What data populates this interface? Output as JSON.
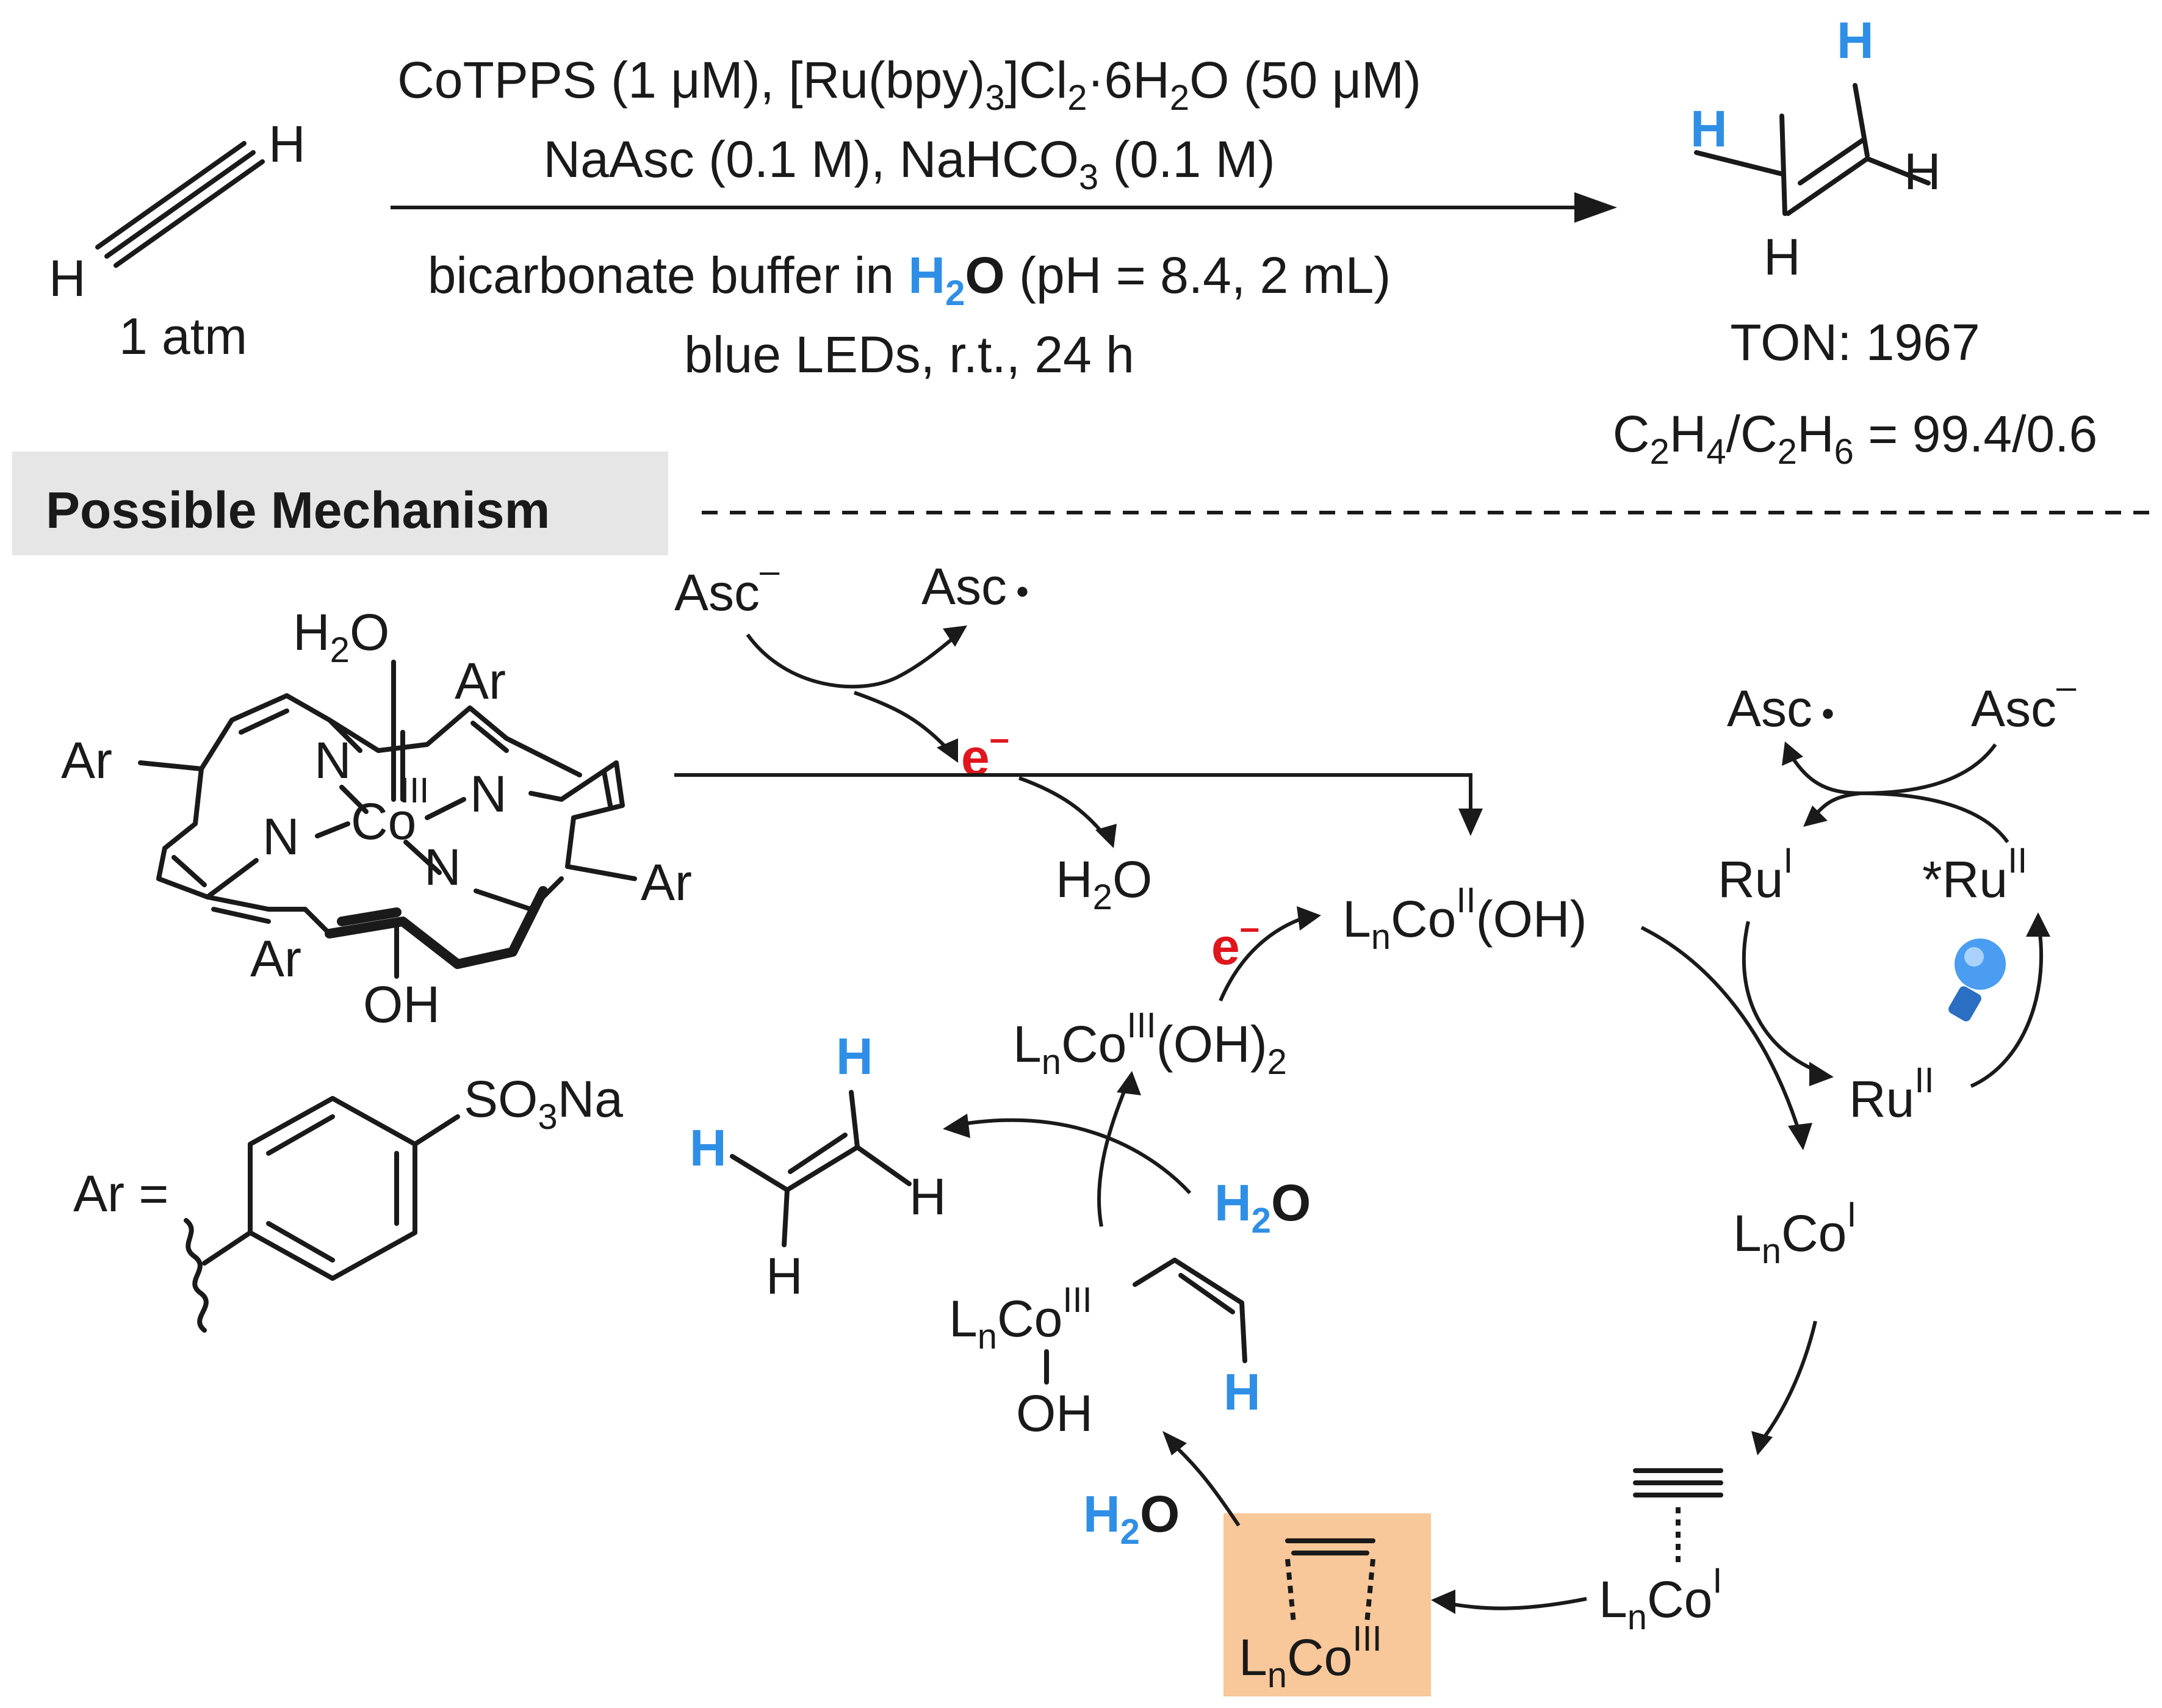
{
  "colors": {
    "accent_blue": "#2f8fe6",
    "electron_red": "#e0161d",
    "highlight_orange": "#f8c79a",
    "banner_gray": "#e6e6e6"
  },
  "reaction": {
    "reactant_h_top": "H",
    "reactant_h_bottom": "H",
    "reactant_pressure": "1 atm",
    "cond1_a": "CoTPPS (1 μM), [Ru(bpy)",
    "cond1_sub": "3",
    "cond1_b": "]Cl",
    "cond1_sub2": "2",
    "cond1_c": "·6H",
    "cond1_sub3": "2",
    "cond1_d": "O (50 μM)",
    "cond2_a": "NaAsc (0.1 M), NaHCO",
    "cond2_sub": "3",
    "cond2_b": " (0.1 M)",
    "cond3_a": "bicarbonate buffer in ",
    "cond3_h": "H",
    "cond3_sub": "2",
    "cond3_o": "O",
    "cond3_b": " (pH = 8.4, 2 mL)",
    "cond4": "blue LEDs, r.t., 24 h",
    "prod_h": "H",
    "ton": "TON: 1967",
    "ratio_c1": "C",
    "ratio_s1": "2",
    "ratio_h1": "H",
    "ratio_s2": "4",
    "ratio_slash": "/C",
    "ratio_s3": "2",
    "ratio_h2": "H",
    "ratio_s4": "6",
    "ratio_val": " = 99.4/0.6"
  },
  "mechanism": {
    "banner": "Possible Mechanism",
    "porph": {
      "h2o": "H",
      "h2o_sub": "2",
      "h2o_o": "O",
      "ar": "Ar",
      "n": "N",
      "co": "Co",
      "co_ox": "III",
      "oh": "OH",
      "ar_def": "Ar =",
      "so3na_a": "SO",
      "so3na_sub": "3",
      "so3na_b": "Na"
    },
    "asc_minus": "Asc",
    "minus": "–",
    "asc_radical": "Asc",
    "radical_dot": "•",
    "e_minus": "e",
    "water_a": "H",
    "water_sub": "2",
    "water_b": "O",
    "L": "L",
    "n": "n",
    "Co": "Co",
    "ox_I": "I",
    "ox_II": "II",
    "ox_III": "III",
    "co2_suffix": "(OH)",
    "co3_suffix": "(OH)",
    "co3_sub": "2",
    "ru": "Ru",
    "ru_star": "*Ru",
    "oh": "OH",
    "h": "H"
  }
}
